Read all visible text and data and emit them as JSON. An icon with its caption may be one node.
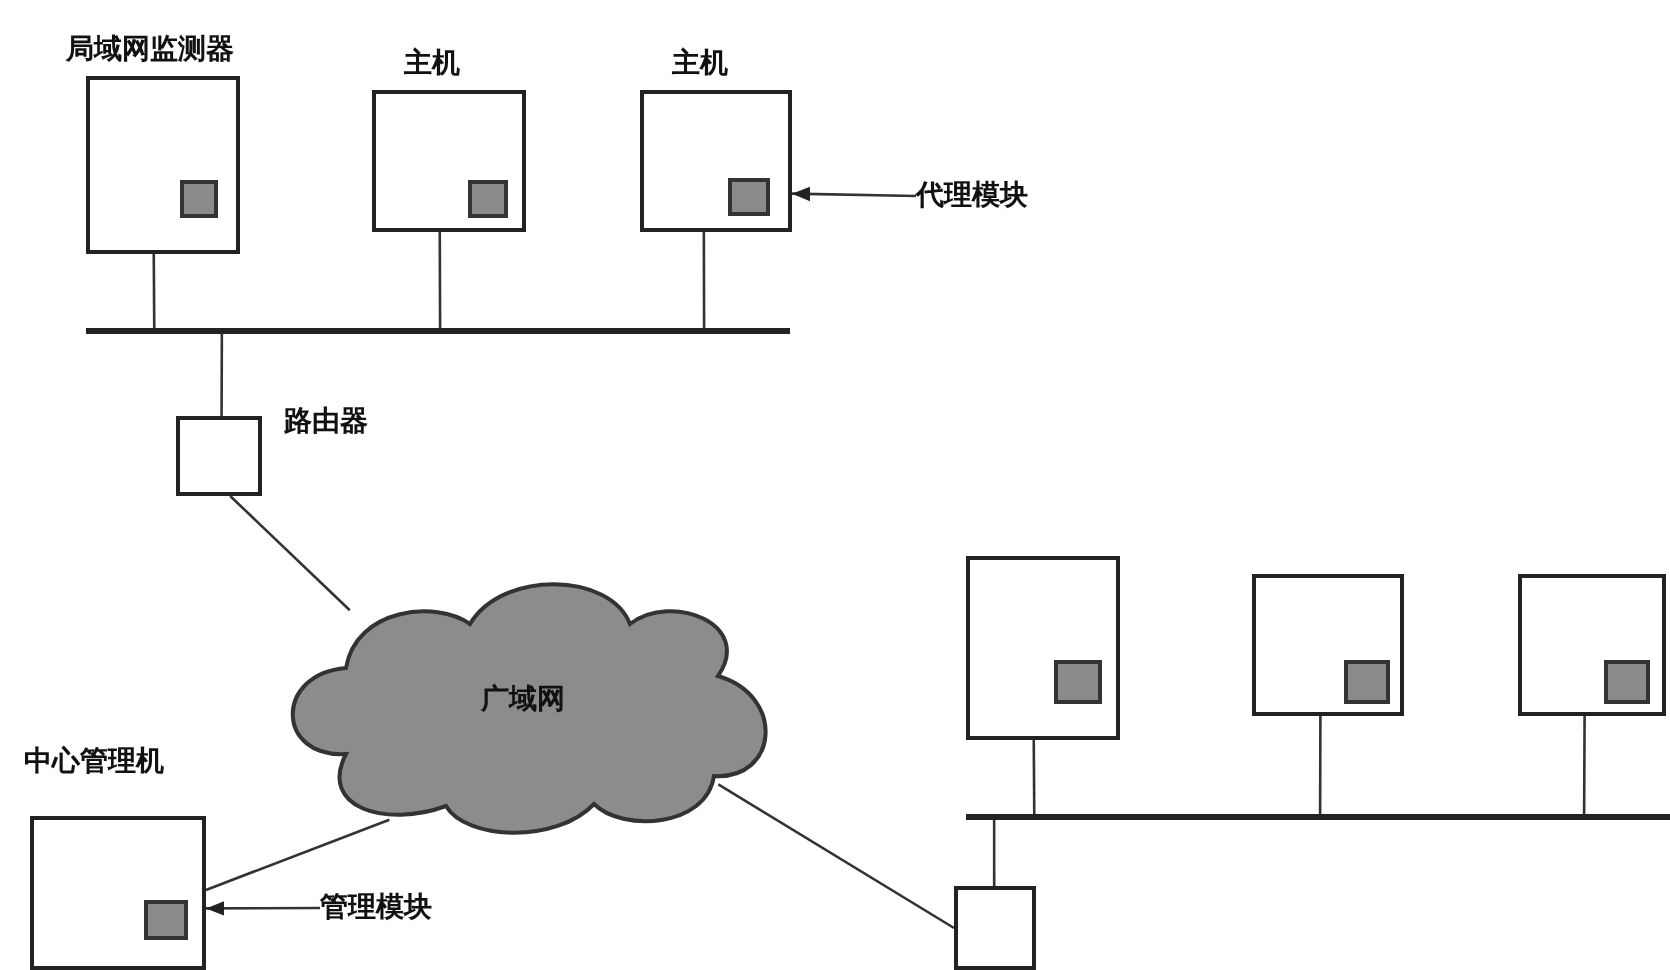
{
  "diagram": {
    "nodes": [
      {
        "text": [
          "局域网监测器"
        ]
      },
      {
        "text": [],
        "shape": "box",
        "in": 0
      },
      {
        "text": [
          "主机"
        ]
      },
      {
        "text": [],
        "shape": "box",
        "in": 2
      },
      {
        "text": [
          "主机"
        ]
      },
      {
        "text": [],
        "shape": "box",
        "in": 4
      },
      {
        "text": [],
        "shape": "bar"
      },
      {
        "text": [
          "路由器"
        ]
      },
      {
        "text": [
          "广域网"
        ]
      },
      {
        "text": [
          "中心管理机"
        ]
      },
      {
        "text": [],
        "shape": "box",
        "in": 9
      },
      {
        "text": [
          "代理模块"
        ]
      },
      {
        "text": [
          "管理模块"
        ]
      },
      {
        "text": [],
        "shape": "box"
      },
      {
        "text": [],
        "shape": "box",
        "in": 13
      },
      {
        "text": [],
        "shape": "box"
      },
      {
        "text": [],
        "shape": "box",
        "in": 15
      },
      {
        "text": [],
        "shape": "box"
      },
      {
        "text": [],
        "shape": "box",
        "in": 17
      },
      {
        "text": [],
        "shape": "bar"
      },
      {
        "text": [],
        "shape": "box"
      }
    ],
    "edges": [
      {
        "from": 0,
        "to": 6,
        "arrow": "none"
      },
      {
        "from": 2,
        "to": 6,
        "arrow": "none"
      },
      {
        "from": 4,
        "to": 6,
        "arrow": "none"
      },
      {
        "from": 6,
        "to": 7,
        "arrow": "none"
      },
      {
        "from": 7,
        "to": 8,
        "arrow": "none"
      },
      {
        "from": 9,
        "to": 8,
        "arrow": "none"
      },
      {
        "from": 8,
        "to": 20,
        "arrow": "none"
      },
      {
        "from": 20,
        "to": 19,
        "arrow": "none"
      },
      {
        "from": 13,
        "to": 19,
        "arrow": "none"
      },
      {
        "from": 15,
        "to": 19,
        "arrow": "none"
      },
      {
        "from": 17,
        "to": 19,
        "arrow": "none"
      },
      {
        "from": 11,
        "to": 4,
        "arrow": "to"
      },
      {
        "from": 12,
        "to": 9,
        "arrow": "to"
      }
    ]
  }
}
